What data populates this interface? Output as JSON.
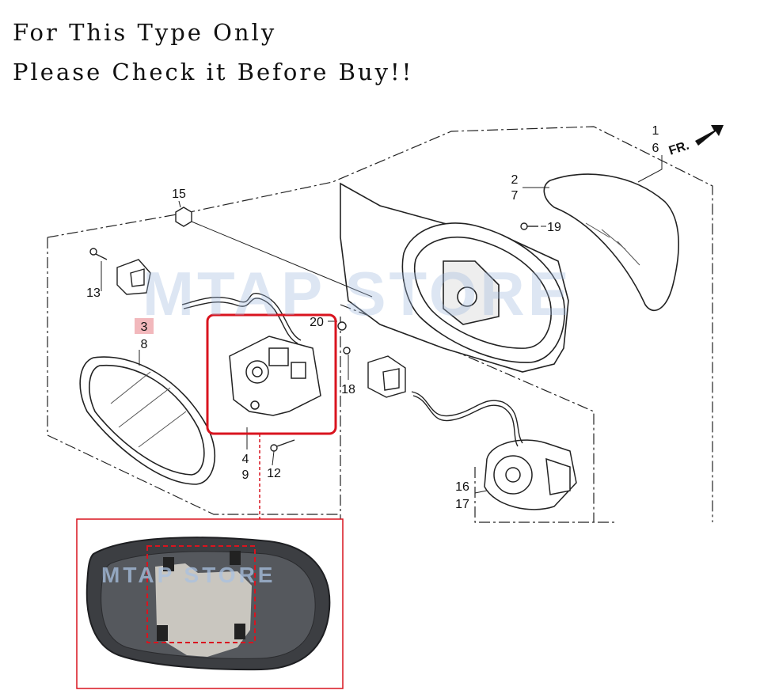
{
  "header": {
    "line1": "For This Type Only",
    "line2": "Please Check it Before Buy!!"
  },
  "watermark": "MTAP STORE",
  "inset_watermark": "MTAP STORE",
  "arrow_label": "FR.",
  "callouts": [
    "1",
    "6",
    "2",
    "7",
    "15",
    "19",
    "13",
    "3",
    "8",
    "20",
    "18",
    "4",
    "9",
    "12",
    "16",
    "17"
  ],
  "colors": {
    "highlight": "#d9141f",
    "highlight_tag_bg": "#f2b8bc",
    "watermark": "#9db8dc"
  },
  "icons": [
    "front-direction-arrow-icon"
  ]
}
